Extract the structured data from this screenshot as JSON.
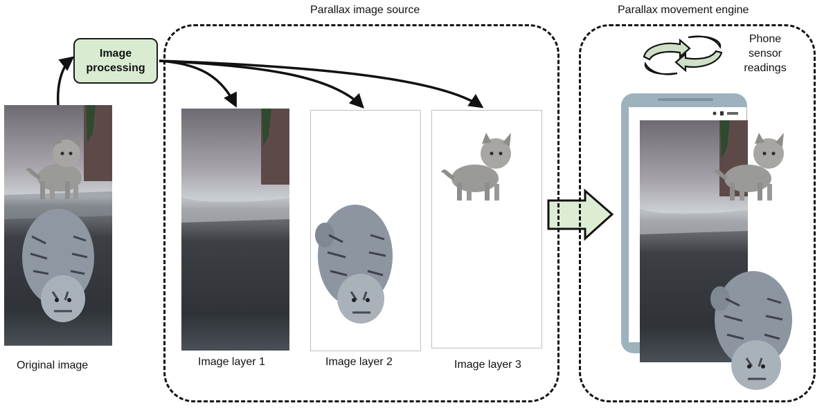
{
  "labels": {
    "original_image": "Original image",
    "image_processing": "Image processing",
    "parallax_image_source": "Parallax image source",
    "parallax_movement_engine": "Parallax movement engine",
    "image_layer_1": "Image layer 1",
    "image_layer_2": "Image layer 2",
    "image_layer_3": "Image layer 3",
    "phone_sensor_readings": "Phone sensor readings"
  },
  "colors": {
    "process_fill": "#d9ecd2",
    "big_arrow_fill": "#dcedd4",
    "rotate_icon_fill": "#cfe0c8",
    "phone_body": "#9eb2bd",
    "outline": "#111111"
  },
  "icons": {
    "sensor": "rotate-arrows-icon",
    "big_arrow": "arrow-right-icon",
    "phone": "smartphone-icon"
  }
}
